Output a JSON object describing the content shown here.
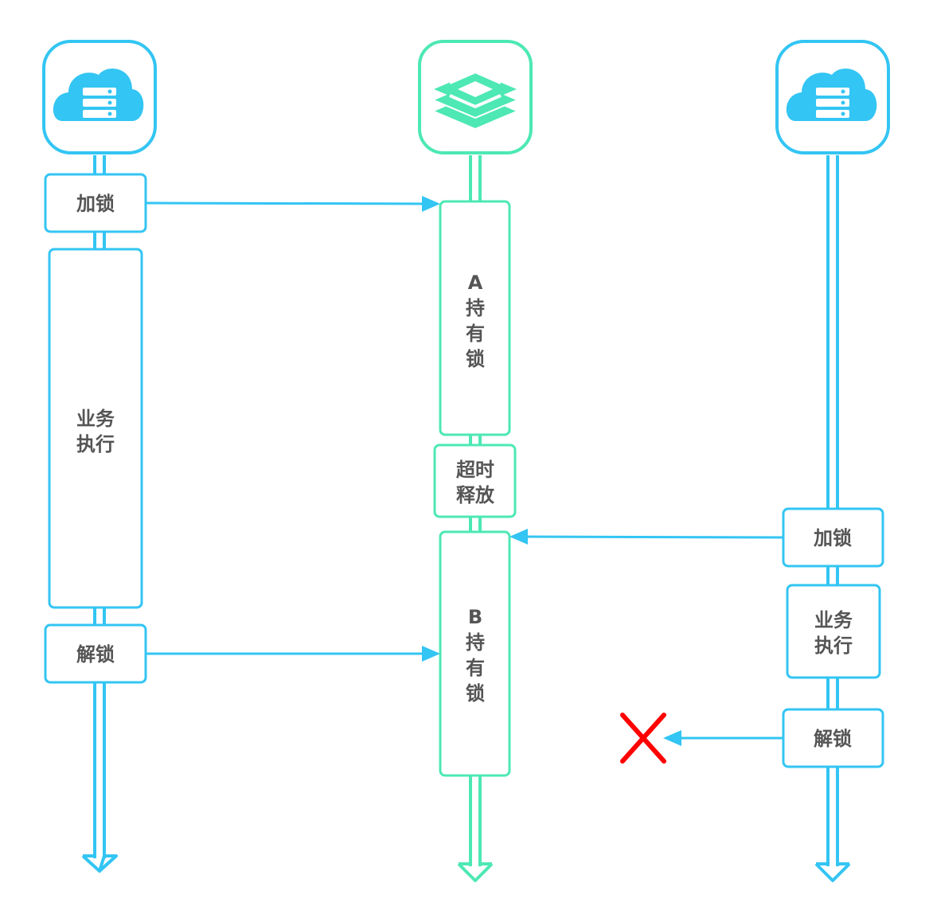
{
  "colors": {
    "client_stroke": "#33c5f3",
    "redis_stroke": "#4de8b4",
    "text": "#555555",
    "fail_mark": "#ff0000"
  },
  "lanes": [
    {
      "id": "client-a",
      "icon": "cloud-server-icon"
    },
    {
      "id": "redis",
      "icon": "redis-icon"
    },
    {
      "id": "client-b",
      "icon": "cloud-server-icon"
    }
  ],
  "client_a": {
    "lock_label": "加锁",
    "exec_line1": "业务",
    "exec_line2": "执行",
    "unlock_label": "解锁"
  },
  "redis": {
    "hold_a_lines": [
      "A",
      "持",
      "有",
      "锁"
    ],
    "timeout_line1": "超时",
    "timeout_line2": "释放",
    "hold_b_lines": [
      "B",
      "持",
      "有",
      "锁"
    ]
  },
  "client_b": {
    "lock_label": "加锁",
    "exec_line1": "业务",
    "exec_line2": "执行",
    "unlock_label": "解锁"
  }
}
